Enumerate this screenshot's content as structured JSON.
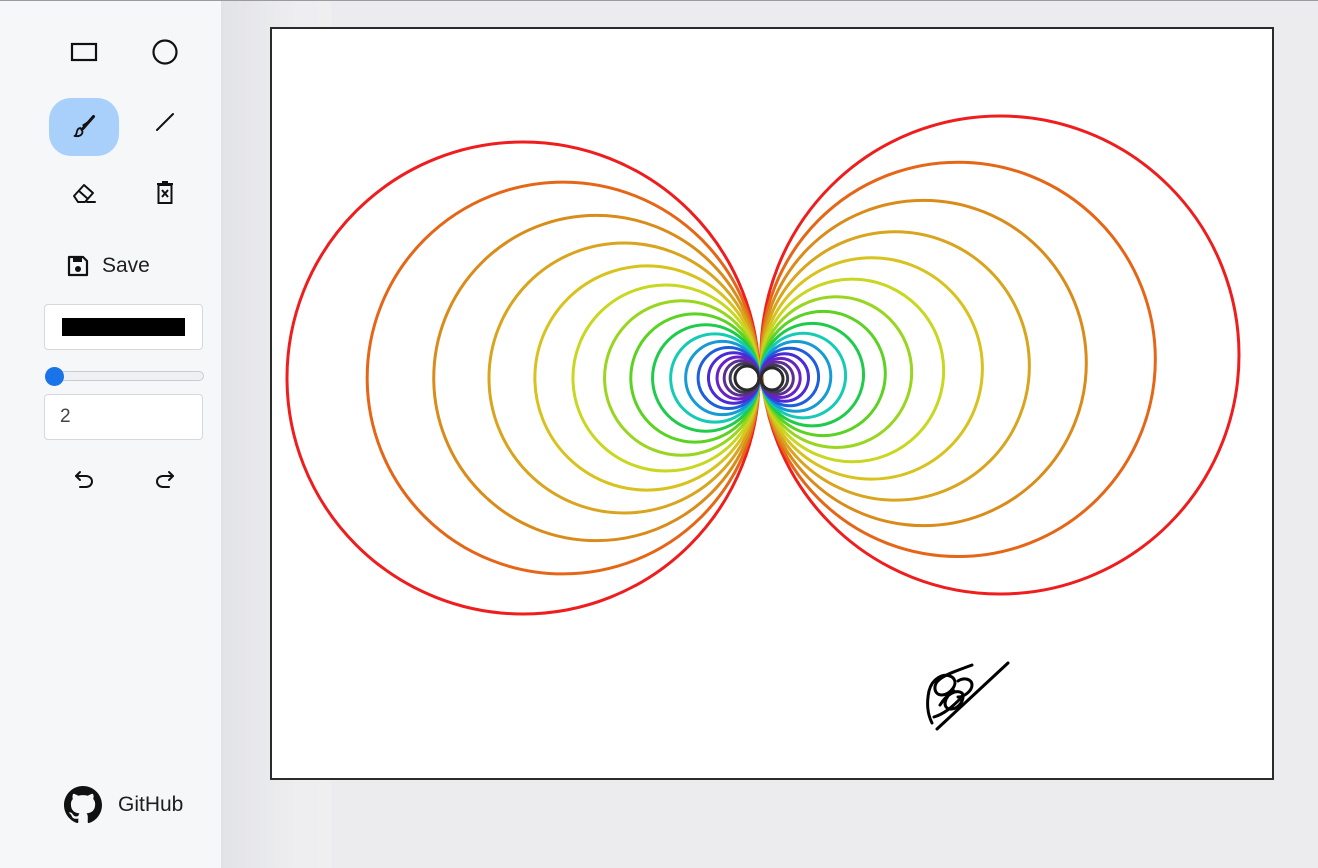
{
  "toolbar": {
    "tools": [
      {
        "id": "rectangle",
        "icon": "rectangle-icon"
      },
      {
        "id": "circle",
        "icon": "circle-icon"
      },
      {
        "id": "brush",
        "icon": "brush-icon",
        "active": true
      },
      {
        "id": "line",
        "icon": "line-icon"
      },
      {
        "id": "eraser",
        "icon": "eraser-icon"
      },
      {
        "id": "clear",
        "icon": "trash-icon"
      }
    ],
    "save_label": "Save",
    "stroke_color": "#000000",
    "size_value": "2",
    "slider_value": 2,
    "active_accent": "#a8d0fb",
    "slider_accent": "#1a73e8"
  },
  "footer": {
    "github_label": "GitHub"
  },
  "canvas": {
    "background": "#ffffff",
    "ring_colors": [
      "#ef1d1d",
      "#e56617",
      "#da8c1b",
      "#d9a51f",
      "#d8c21e",
      "#c8d71f",
      "#98d61f",
      "#5cd223",
      "#1fcb4b",
      "#16cbb4",
      "#169bd4",
      "#1f5fdc",
      "#4a2bd6",
      "#6a22c6",
      "#5b2f95",
      "#403a55",
      "#2a2a2a"
    ]
  }
}
